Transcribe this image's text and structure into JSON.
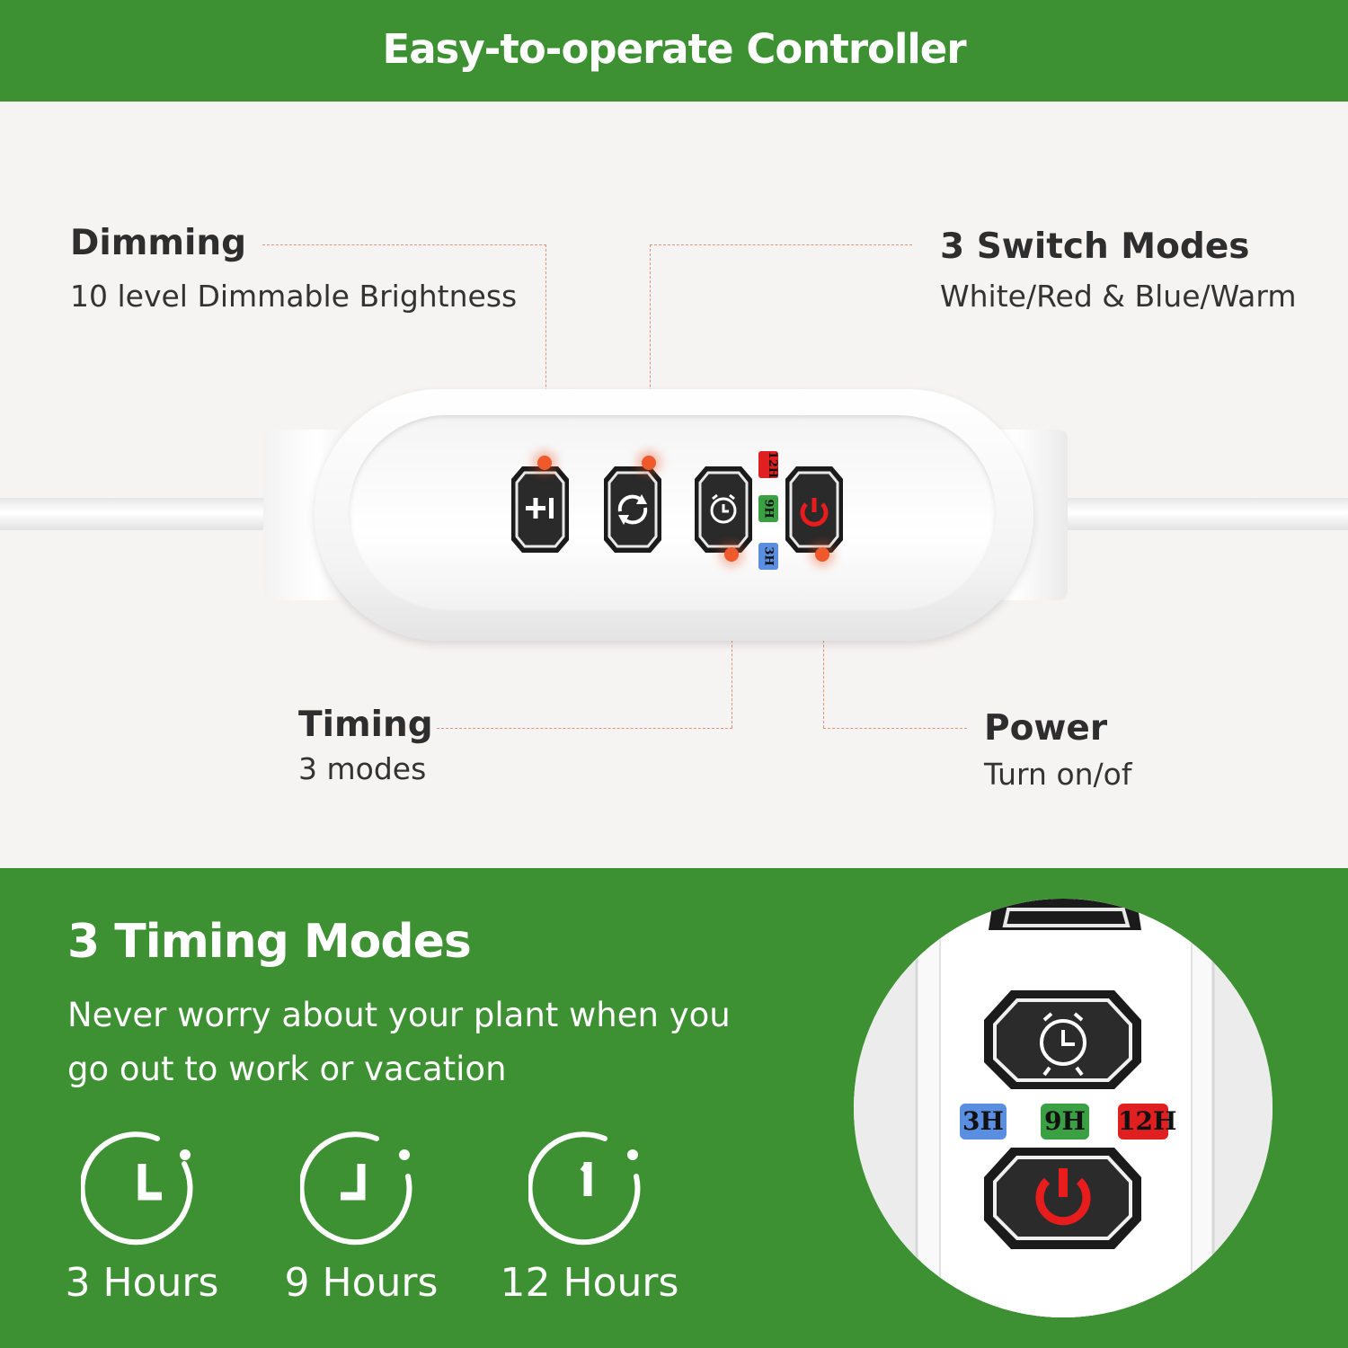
{
  "header": {
    "title": "Easy-to-operate Controller"
  },
  "callouts": {
    "dimming": {
      "title": "Dimming",
      "subtitle": "10 level Dimmable Brightness"
    },
    "switch_modes": {
      "title": "3 Switch Modes",
      "subtitle": "White/Red & Blue/Warm"
    },
    "timing": {
      "title": "Timing",
      "subtitle": "3 modes"
    },
    "power": {
      "title": "Power",
      "subtitle": "Turn on/of"
    }
  },
  "controller": {
    "buttons": [
      "dimming-button",
      "mode-switch-button",
      "timer-button",
      "power-button"
    ],
    "timer_tags": {
      "t12": "12H",
      "t9": "9H",
      "t3": "3H"
    }
  },
  "timing_section": {
    "title": "3 Timing Modes",
    "description": "Never worry about your plant when you go out to work or vacation",
    "options": [
      {
        "label": "3 Hours"
      },
      {
        "label": "9 Hours"
      },
      {
        "label": "12 Hours"
      }
    ]
  },
  "closeup": {
    "tags": {
      "t3": "3H",
      "t9": "9H",
      "t12": "12H"
    }
  },
  "colors": {
    "brand_green": "#3d9133",
    "accent_orange": "#ee5a2c",
    "tag_blue": "#5a8ee0",
    "tag_green": "#3aa043",
    "tag_red": "#e02020",
    "power_red": "#e81c1c"
  }
}
